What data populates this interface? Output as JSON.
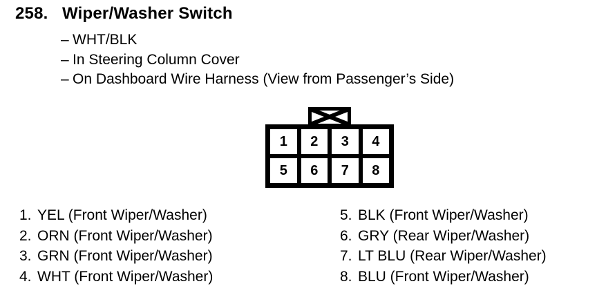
{
  "page": {
    "item_number": "258.",
    "title": "Wiper/Washer Switch",
    "note_dash": "–",
    "notes": [
      "WHT/BLK",
      "In Steering Column Cover",
      "On Dashboard Wire Harness (View from Passenger’s Side)"
    ]
  },
  "connector": {
    "rows": [
      [
        "1",
        "2",
        "3",
        "4"
      ],
      [
        "5",
        "6",
        "7",
        "8"
      ]
    ]
  },
  "pin_legend": {
    "left": [
      {
        "num": "1.",
        "label": "YEL (Front Wiper/Washer)"
      },
      {
        "num": "2.",
        "label": "ORN (Front Wiper/Washer)"
      },
      {
        "num": "3.",
        "label": "GRN (Front Wiper/Washer)"
      },
      {
        "num": "4.",
        "label": "WHT (Front Wiper/Washer)"
      }
    ],
    "right": [
      {
        "num": "5.",
        "label": "BLK (Front Wiper/Washer)"
      },
      {
        "num": "6.",
        "label": "GRY (Rear Wiper/Washer)"
      },
      {
        "num": "7.",
        "label": "LT BLU (Rear Wiper/Washer)"
      },
      {
        "num": "8.",
        "label": "BLU (Front Wiper/Washer)"
      }
    ]
  },
  "colors": {
    "ink": "#000000",
    "paper": "#ffffff"
  }
}
